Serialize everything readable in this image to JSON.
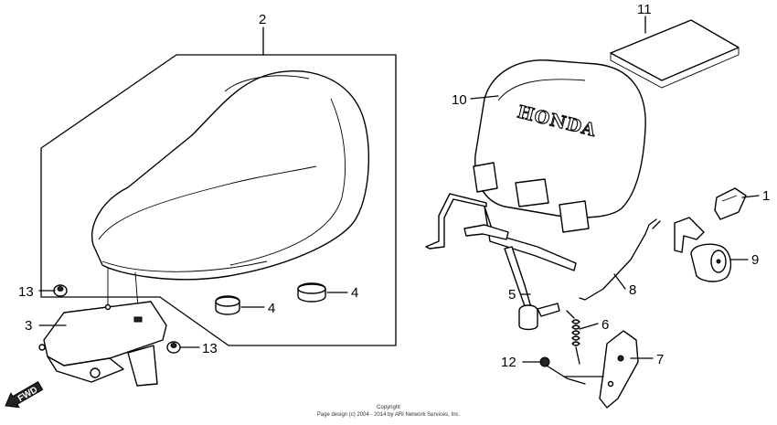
{
  "diagram": {
    "callouts": {
      "c1": "1",
      "c2": "2",
      "c3": "3",
      "c4a": "4",
      "c4b": "4",
      "c5": "5",
      "c6": "6",
      "c7": "7",
      "c8": "8",
      "c9": "9",
      "c10": "10",
      "c11": "11",
      "c12": "12",
      "c13a": "13",
      "c13b": "13"
    },
    "brand_text": "HONDA",
    "fwd_label": "FWD",
    "copyright": {
      "line1": "Copyright",
      "line2": "Page design (c) 2004 - 2014 by ARI Network Services, Inc."
    }
  }
}
